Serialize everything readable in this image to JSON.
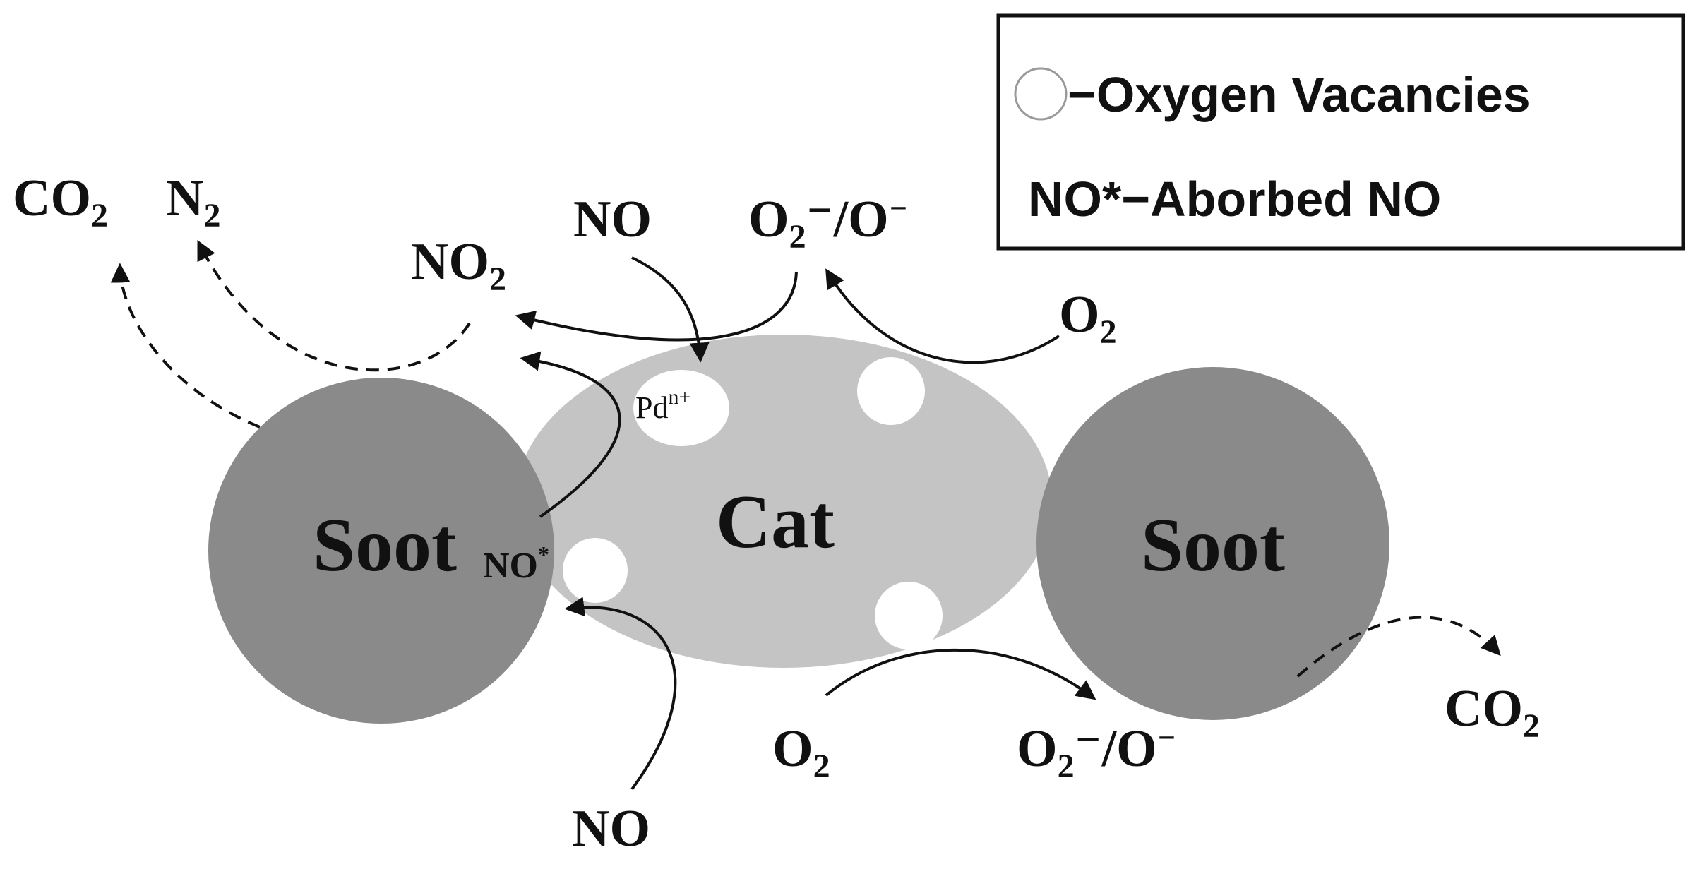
{
  "legend": {
    "vacancy_label": "−Oxygen Vacancies",
    "adsorbed_label": "NO*−Aborbed NO"
  },
  "particles": {
    "soot_left": "Soot",
    "soot_right": "Soot",
    "catalyst": "Cat",
    "pd_site_base": "Pd",
    "pd_site_charge": "n+",
    "no_adsorbed_base": "NO",
    "no_adsorbed_mark": "*"
  },
  "species": {
    "co2_top_left": {
      "base": "CO",
      "sub": "2"
    },
    "n2_top_left": {
      "base": "N",
      "sub": "2"
    },
    "no2": {
      "base": "NO",
      "sub": "2"
    },
    "no_top": "NO",
    "superoxide_top": {
      "base": "O",
      "sub": "2",
      "rest": "⁻/O",
      "tail": "⁻"
    },
    "o2_top_right": {
      "base": "O",
      "sub": "2"
    },
    "no_bottom": "NO",
    "o2_bottom": {
      "base": "O",
      "sub": "2"
    },
    "superoxide_bottom": {
      "base": "O",
      "sub": "2",
      "rest": "⁻/O",
      "tail": "⁻"
    },
    "co2_bottom_right": {
      "base": "CO",
      "sub": "2"
    }
  },
  "colors": {
    "soot": "#8a8a8a",
    "catalyst": "#c4c4c4",
    "vacancy": "#ffffff",
    "ink": "#111111"
  }
}
